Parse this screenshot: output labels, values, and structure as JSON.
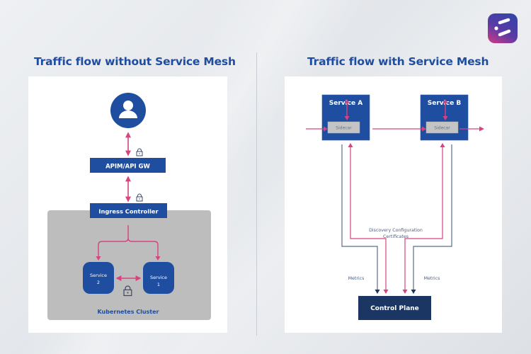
{
  "logo": {
    "icon": "brand-logo-icon"
  },
  "colors": {
    "title": "#1f4ea0",
    "box_blue": "#1f4ea0",
    "control_plane": "#1c3664",
    "arrow_pink": "#d8437f",
    "line_slate": "#5a6d8c",
    "cluster_gray": "#bdbdbd",
    "sidecar_gray": "#c4c4c4"
  },
  "left": {
    "title": "Traffic flow without Service Mesh",
    "user_icon": "user-icon",
    "apim_label": "APIM/API GW",
    "ingress_label": "Ingress Controller",
    "service2_line1": "Service",
    "service2_line2": "2",
    "service1_line1": "Service",
    "service1_line2": "1",
    "cluster_label": "Kubernetes Cluster",
    "lock_icon": "lock-icon"
  },
  "right": {
    "title": "Traffic flow with Service Mesh",
    "service_a_label": "Service A",
    "service_b_label": "Service B",
    "sidecar_label": "Sidecar",
    "discovery_line1": "Discovery Configuration",
    "discovery_line2": "Certificates",
    "metrics_left": "Metrics",
    "metrics_right": "Metrics",
    "control_plane_label": "Control Plane"
  }
}
